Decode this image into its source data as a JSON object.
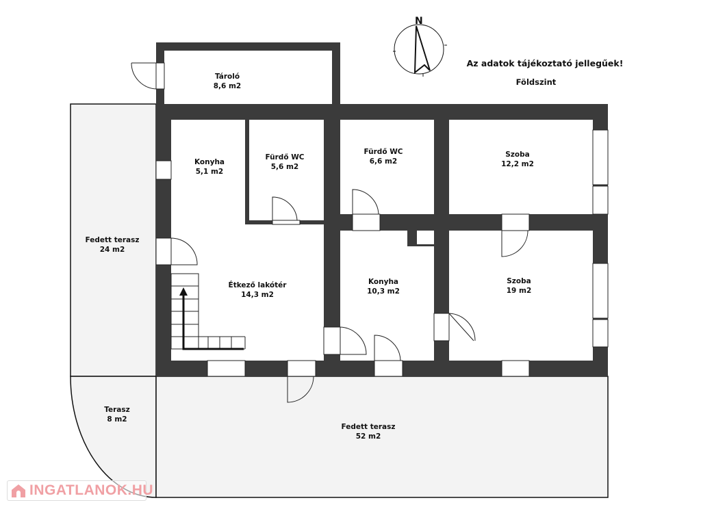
{
  "header": {
    "disclaimer": "Az adatok tájékoztató jellegűek!",
    "floor": "Földszint"
  },
  "compass": {
    "label": "N"
  },
  "rooms": [
    {
      "name": "Tároló",
      "area": "8,6 m2"
    },
    {
      "name": "Konyha",
      "area": "5,1 m2"
    },
    {
      "name": "Fürdő WC",
      "area": "5,6 m2"
    },
    {
      "name": "Fürdő WC",
      "area": "6,6 m2"
    },
    {
      "name": "Szoba",
      "area": "12,2 m2"
    },
    {
      "name": "Étkező lakótér",
      "area": "14,3 m2"
    },
    {
      "name": "Konyha",
      "area": "10,3 m2"
    },
    {
      "name": "Szoba",
      "area": "19 m2"
    },
    {
      "name": "Fedett terasz",
      "area": "24 m2"
    },
    {
      "name": "Terasz",
      "area": "8 m2"
    },
    {
      "name": "Fedett terasz",
      "area": "52 m2"
    }
  ],
  "watermark": {
    "text": "INGATLANOK.HU",
    "color": "#f0a0a4"
  },
  "colors": {
    "wall": "#3b3b3b",
    "terrace": "#f3f3f3"
  }
}
